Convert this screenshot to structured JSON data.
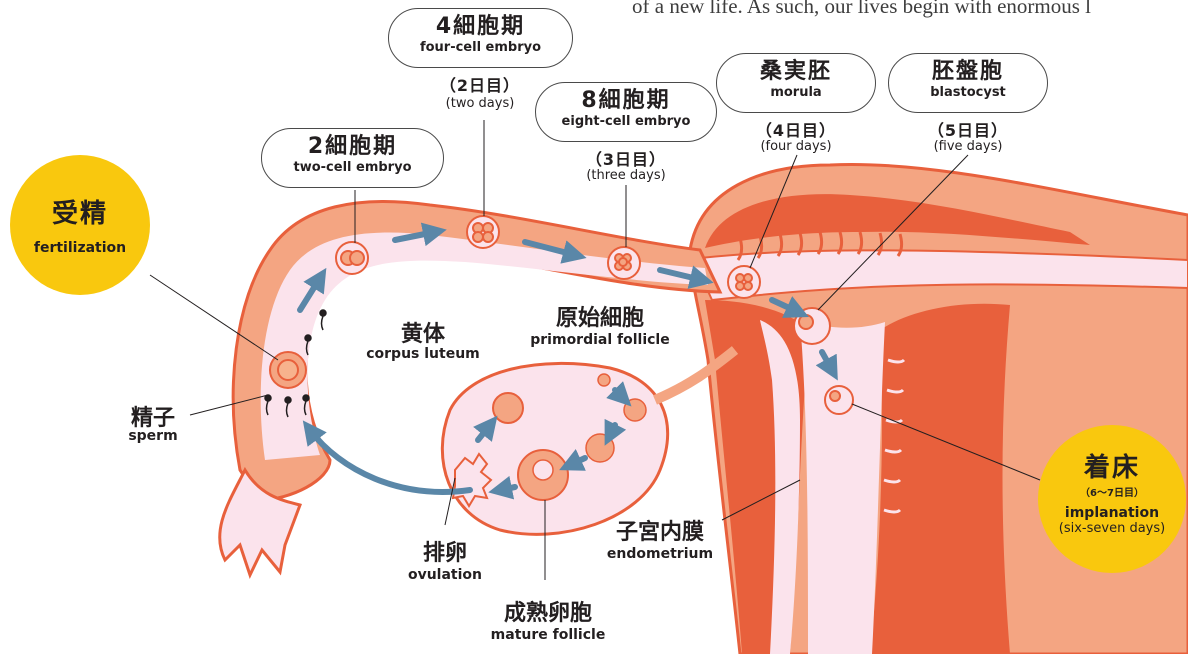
{
  "intro_text": "of a new life. As such, our lives begin with enormous l",
  "stages": {
    "two_cell": {
      "jp": "2細胞期",
      "en": "two-cell embryo"
    },
    "four_cell": {
      "jp": "4細胞期",
      "en": "four-cell embryo",
      "day_jp": "（2日目）",
      "day_en": "(two days)"
    },
    "eight_cell": {
      "jp": "8細胞期",
      "en": "eight-cell embryo",
      "day_jp": "（3日目）",
      "day_en": "(three days)"
    },
    "morula": {
      "jp": "桑実胚",
      "en": "morula",
      "day_jp": "（4日目）",
      "day_en": "(four days)"
    },
    "blastocyst": {
      "jp": "胚盤胞",
      "en": "blastocyst",
      "day_jp": "（5日目）",
      "day_en": "(five days)"
    }
  },
  "fertilization": {
    "jp": "受精",
    "en": "fertilization"
  },
  "implantation": {
    "jp": "着床",
    "day_jp": "（6～7日目）",
    "en": "implanation",
    "day_en": "(six-seven days)"
  },
  "labels": {
    "sperm": {
      "jp": "精子",
      "en": "sperm"
    },
    "corpus_luteum": {
      "jp": "黄体",
      "en": "corpus luteum"
    },
    "primordial": {
      "jp": "原始細胞",
      "en": "primordial follicle"
    },
    "ovulation": {
      "jp": "排卵",
      "en": "ovulation"
    },
    "mature": {
      "jp": "成熟卵胞",
      "en": "mature follicle"
    },
    "endometrium": {
      "jp": "子宮内膜",
      "en": "endometrium"
    }
  },
  "colors": {
    "tissue_outer": "#f4a582",
    "tissue_wall": "#e8603c",
    "tissue_inner": "#fbe3ec",
    "arrow": "#5a87a8",
    "yellow": "#f9c80e"
  }
}
